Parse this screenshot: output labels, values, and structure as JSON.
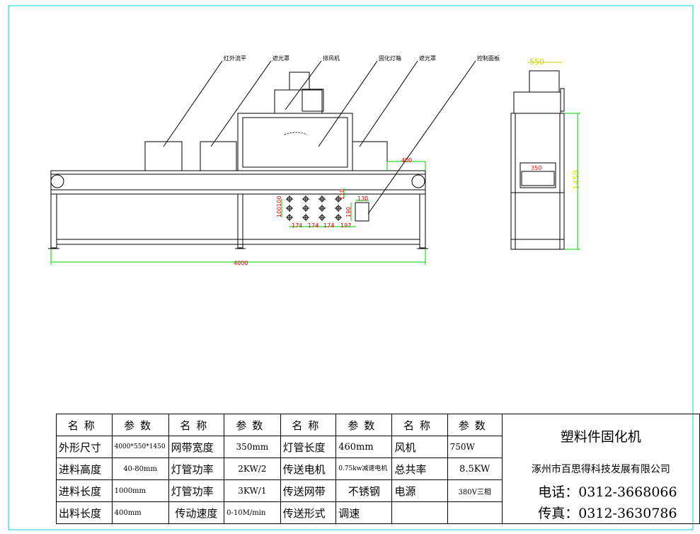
{
  "drawing": {
    "callouts": [
      "红外流平",
      "遮光罩",
      "排风机",
      "固化灯箱",
      "遮光罩",
      "控制面板"
    ],
    "dimensions": {
      "overall_length": "4000",
      "exit_length": "400",
      "hole_spacing": [
        "174",
        "174",
        "174",
        "197"
      ],
      "hole_vertical": "100100",
      "top_offset": "110",
      "panel_width": "130",
      "panel_height": "190",
      "side_width": "550",
      "belt_width": "350",
      "height": "1450"
    },
    "colors": {
      "border": "#00d0d0",
      "dimension": "#e00000",
      "extension": "#00cc00",
      "side_dim": "#e0e000"
    }
  },
  "table": {
    "headers": [
      "名称",
      "参数",
      "名称",
      "参数",
      "名称",
      "参数",
      "名称",
      "参数"
    ],
    "rows": [
      [
        "外形尺寸",
        "4000*550*1450",
        "网带宽度",
        "350mm",
        "灯管长度",
        "460mm",
        "风机",
        "750W"
      ],
      [
        "进料高度",
        "40-80mm",
        "灯管功率",
        "2KW/2",
        "传送电机",
        "0.75kw减速电机",
        "总共率",
        "8.5KW"
      ],
      [
        "进料长度",
        "1000mm",
        "灯管功率",
        "3KW/1",
        "传送网带",
        "不锈钢",
        "电源",
        "380V三相"
      ],
      [
        "出料长度",
        "400mm",
        "传动速度",
        "0-10M/min",
        "传送形式",
        "调速",
        "",
        ""
      ]
    ],
    "product_name": "塑料件固化机",
    "company": "涿州市百思得科技发展有限公司",
    "phone": "电话：0312-3668066",
    "fax": "传真：0312-3630786"
  }
}
